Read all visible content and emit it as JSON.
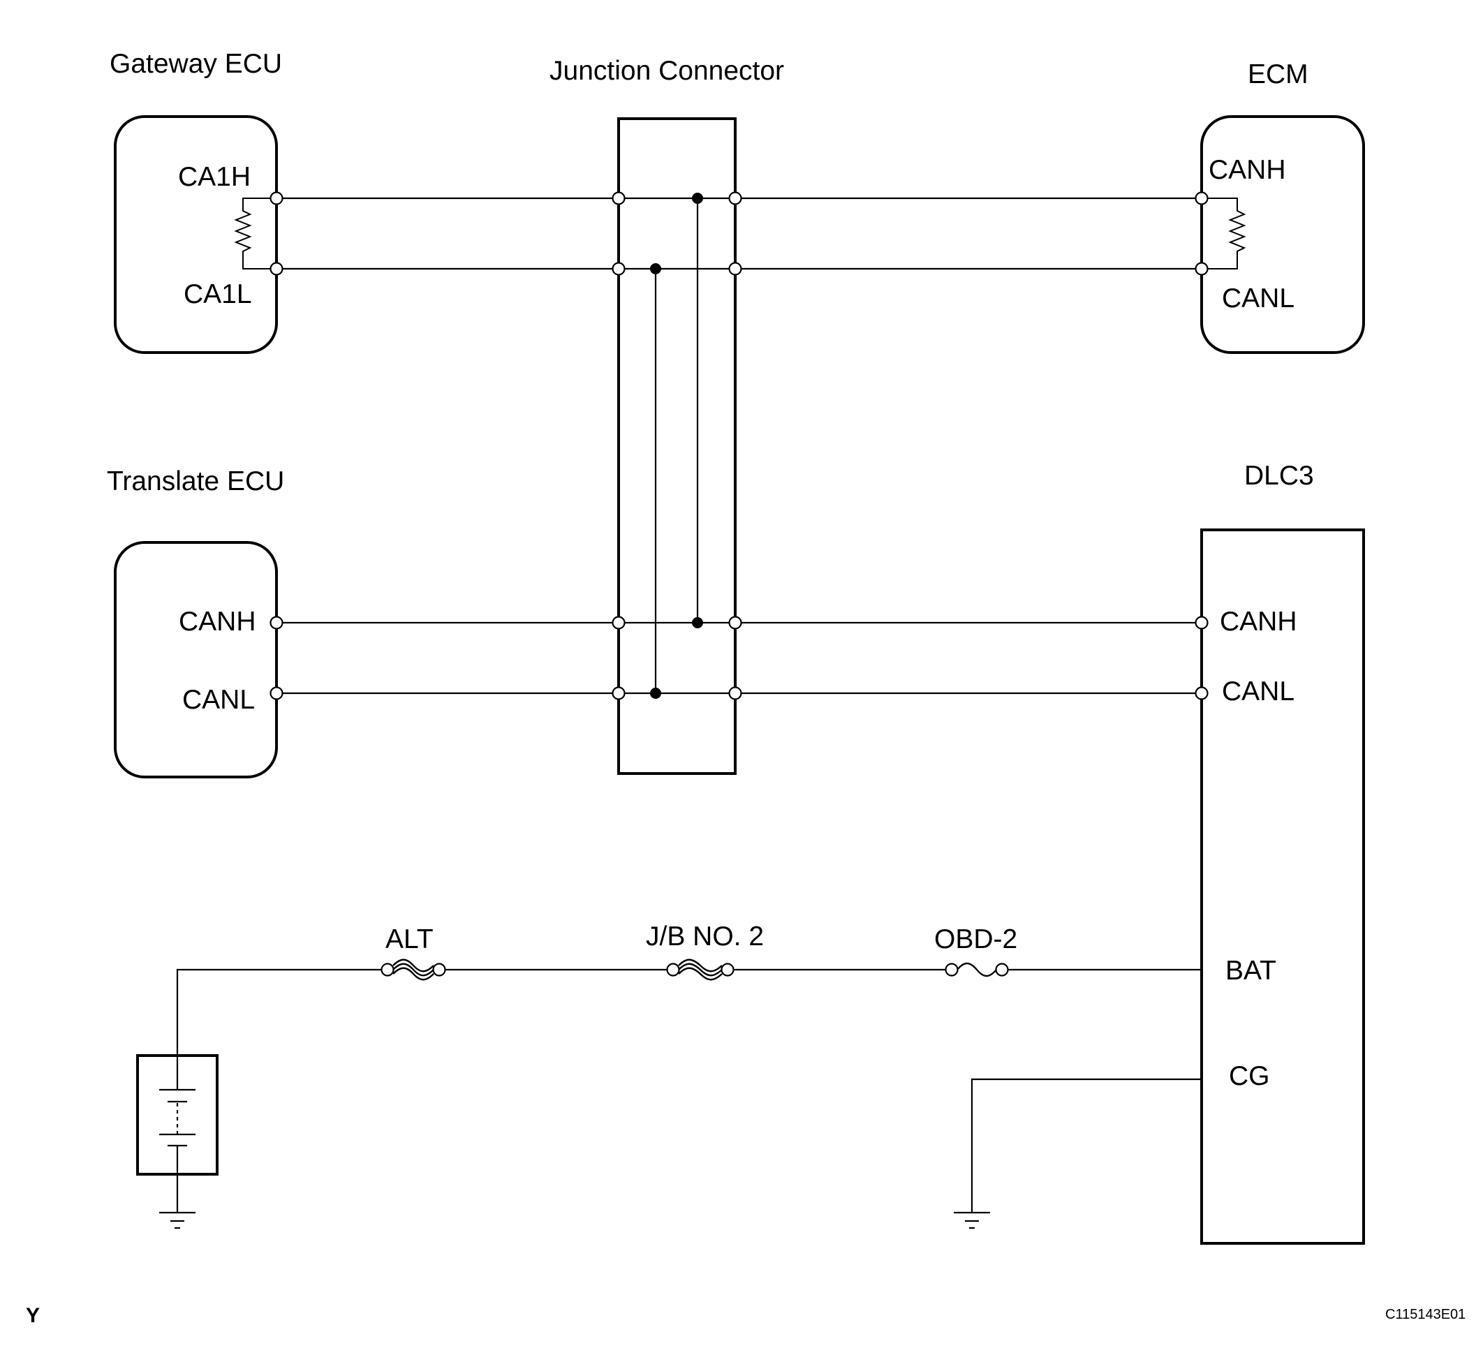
{
  "components": {
    "gateway_ecu": {
      "title": "Gateway ECU",
      "pin_h": "CA1H",
      "pin_l": "CA1L"
    },
    "junction_connector": {
      "title": "Junction Connector"
    },
    "ecm": {
      "title": "ECM",
      "pin_h": "CANH",
      "pin_l": "CANL"
    },
    "translate_ecu": {
      "title": "Translate ECU",
      "pin_h": "CANH",
      "pin_l": "CANL"
    },
    "dlc3": {
      "title": "DLC3",
      "pin_h": "CANH",
      "pin_l": "CANL",
      "pin_bat": "BAT",
      "pin_cg": "CG"
    }
  },
  "fuses": [
    {
      "label": "ALT"
    },
    {
      "label": "J/B NO. 2"
    },
    {
      "label": "OBD-2"
    }
  ],
  "footer": {
    "corner_mark": "Y",
    "figure_code": "C115143E01"
  }
}
